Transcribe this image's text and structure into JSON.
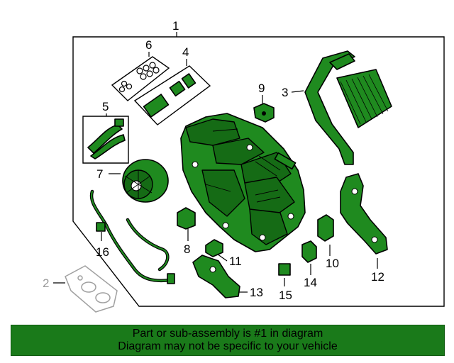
{
  "diagram": {
    "callouts": [
      "1",
      "2",
      "3",
      "4",
      "5",
      "6",
      "7",
      "8",
      "9",
      "10",
      "11",
      "12",
      "13",
      "14",
      "15",
      "16"
    ]
  },
  "footer": {
    "line1": "Part or sub-assembly is #1 in diagram",
    "line2": "Diagram may not be specific to your vehicle"
  },
  "colors": {
    "part_fill": "#1f8a1f",
    "footer_bg": "#1a7a1a",
    "ghost_part": "#a0a0a0"
  }
}
